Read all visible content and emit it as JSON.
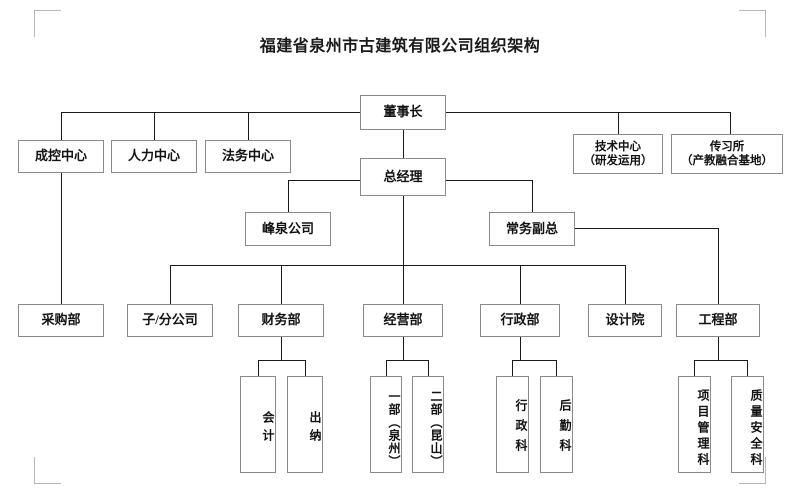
{
  "title": "福建省泉州市古建筑有限公司组织架构",
  "chart_type": "org-chart",
  "colors": {
    "background": "#ffffff",
    "box_border": "#8a8a8a",
    "connector": "#1a1a1a",
    "text": "#121212"
  },
  "nodes": {
    "chairman": {
      "label": "董事长"
    },
    "cost_control_center": {
      "label": "成控中心"
    },
    "hr_center": {
      "label": "人力中心"
    },
    "legal_center": {
      "label": "法务中心"
    },
    "tech_center": {
      "line1": "技术中心",
      "line2": "（研发运用）"
    },
    "heritage_institute": {
      "line1": "传习所",
      "line2": "（产教融合基地）"
    },
    "general_manager": {
      "label": "总经理"
    },
    "fengquan_company": {
      "label": "峰泉公司"
    },
    "executive_vice_gm": {
      "label": "常务副总"
    },
    "purchasing_dept": {
      "label": "采购部"
    },
    "subsidiary_branch": {
      "label": "子/分公司"
    },
    "finance_dept": {
      "label": "财务部"
    },
    "operations_dept": {
      "label": "经营部"
    },
    "admin_dept": {
      "label": "行政部"
    },
    "design_institute": {
      "label": "设计院"
    },
    "engineering_dept": {
      "label": "工程部"
    },
    "accounting": {
      "label": "会计"
    },
    "cashier": {
      "label": "出纳"
    },
    "division_one_quanzhou": {
      "label": "一部（泉州）"
    },
    "division_two_kunshan": {
      "label": "二部（昆山）"
    },
    "admin_section": {
      "label": "行政科"
    },
    "logistics_section": {
      "label": "后勤科"
    },
    "project_management_section": {
      "label": "项目管理科"
    },
    "quality_safety_section": {
      "label": "质量安全科"
    }
  },
  "hierarchy": {
    "root": "chairman",
    "edges": [
      [
        "chairman",
        "cost_control_center"
      ],
      [
        "chairman",
        "hr_center"
      ],
      [
        "chairman",
        "legal_center"
      ],
      [
        "chairman",
        "tech_center"
      ],
      [
        "chairman",
        "heritage_institute"
      ],
      [
        "chairman",
        "general_manager"
      ],
      [
        "cost_control_center",
        "purchasing_dept"
      ],
      [
        "general_manager",
        "fengquan_company"
      ],
      [
        "general_manager",
        "executive_vice_gm"
      ],
      [
        "general_manager",
        "subsidiary_branch"
      ],
      [
        "general_manager",
        "finance_dept"
      ],
      [
        "general_manager",
        "operations_dept"
      ],
      [
        "general_manager",
        "admin_dept"
      ],
      [
        "general_manager",
        "design_institute"
      ],
      [
        "executive_vice_gm",
        "engineering_dept"
      ],
      [
        "finance_dept",
        "accounting"
      ],
      [
        "finance_dept",
        "cashier"
      ],
      [
        "operations_dept",
        "division_one_quanzhou"
      ],
      [
        "operations_dept",
        "division_two_kunshan"
      ],
      [
        "admin_dept",
        "admin_section"
      ],
      [
        "admin_dept",
        "logistics_section"
      ],
      [
        "engineering_dept",
        "project_management_section"
      ],
      [
        "engineering_dept",
        "quality_safety_section"
      ]
    ]
  }
}
